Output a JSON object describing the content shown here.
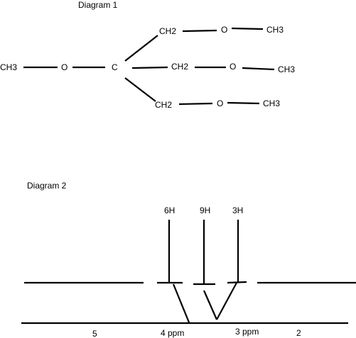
{
  "diagram1": {
    "title": "Diagram 1",
    "left_methyl": "CH3",
    "left_oxygen": "O",
    "center_carbon": "C",
    "branches": [
      {
        "ch2": "CH2",
        "oxygen": "O",
        "methyl": "CH3"
      },
      {
        "ch2": "CH2",
        "oxygen": "O",
        "methyl": "CH3"
      },
      {
        "ch2": "CH2",
        "oxygen": "O",
        "methyl": "CH3"
      }
    ]
  },
  "diagram2": {
    "title": "Diagram 2",
    "peak_labels": [
      "6H",
      "9H",
      "3H"
    ],
    "axis_labels": [
      "5",
      "4 ppm",
      "3 ppm",
      "2"
    ]
  }
}
